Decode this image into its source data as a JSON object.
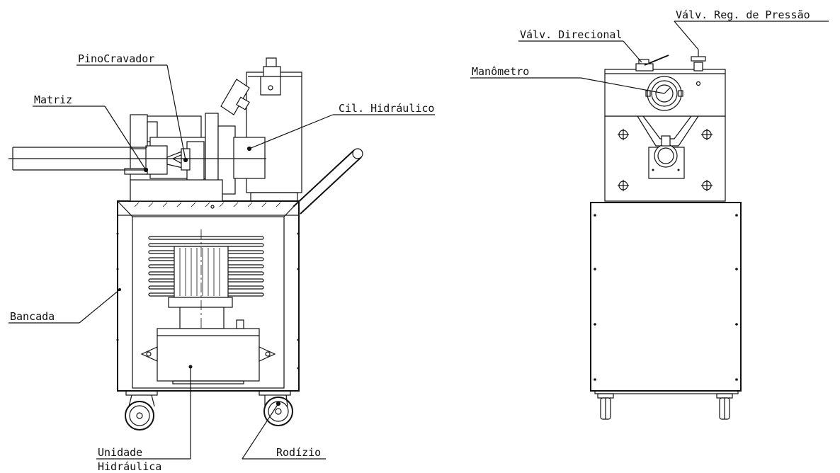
{
  "labels": {
    "matriz": "Matriz",
    "pino_cravador": "PinoCravador",
    "cil_hidraulico": "Cil. Hidráulico",
    "bancada": "Bancada",
    "unidade_line1": "Unidade",
    "unidade_line2": "Hidráulica",
    "rodizio": "Rodízio",
    "valv_direcional": "Válv. Direcional",
    "valv_reg_pressao": "Válv. Reg. de Pressão",
    "manometro": "Manômetro"
  },
  "colors": {
    "line": "#111111",
    "background": "#ffffff"
  }
}
